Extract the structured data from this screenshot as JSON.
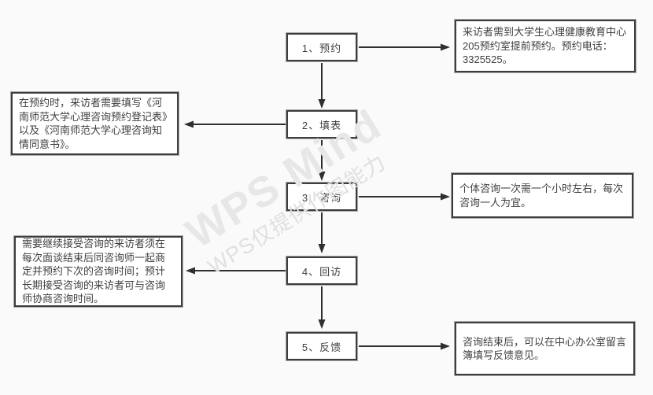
{
  "colors": {
    "background": "#fafafa",
    "box_fill": "#ffffff",
    "box_border": "#3d3d3d",
    "box_ring": "#aaaaaa",
    "text": "#3f3f3f",
    "arrow": "#2f2f2f",
    "watermark_title": "#e7e7e7",
    "watermark_subtitle": "#e0e0e0"
  },
  "watermark": {
    "title": "WPS Mind",
    "subtitle": "WPS仅提供作图能力"
  },
  "flow": {
    "steps": [
      {
        "label": "1、预约",
        "note_side": "right",
        "note": "来访者需到大学生心理健康教育中心205预约室提前预约。预约电话：3325525。"
      },
      {
        "label": "2、填表",
        "note_side": "left",
        "note": "在预约时，来访者需要填写《河南师范大学心理咨询预约登记表》以及《河南师范大学心理咨询知情同意书》。"
      },
      {
        "label": "3、咨询",
        "note_side": "right",
        "note": "个体咨询一次需一个小时左右，每次咨询一人为宜。"
      },
      {
        "label": "4、回访",
        "note_side": "left",
        "note": "需要继续接受咨询的来访者须在每次面谈结束后同咨询师一起商定并预约下次的咨询时间；预计长期接受咨询的来访者可与咨询师协商咨询时间。"
      },
      {
        "label": "5、反馈",
        "note_side": "right",
        "note": "咨询结束后，可以在中心办公室留言簿填写反馈意见。"
      }
    ]
  }
}
